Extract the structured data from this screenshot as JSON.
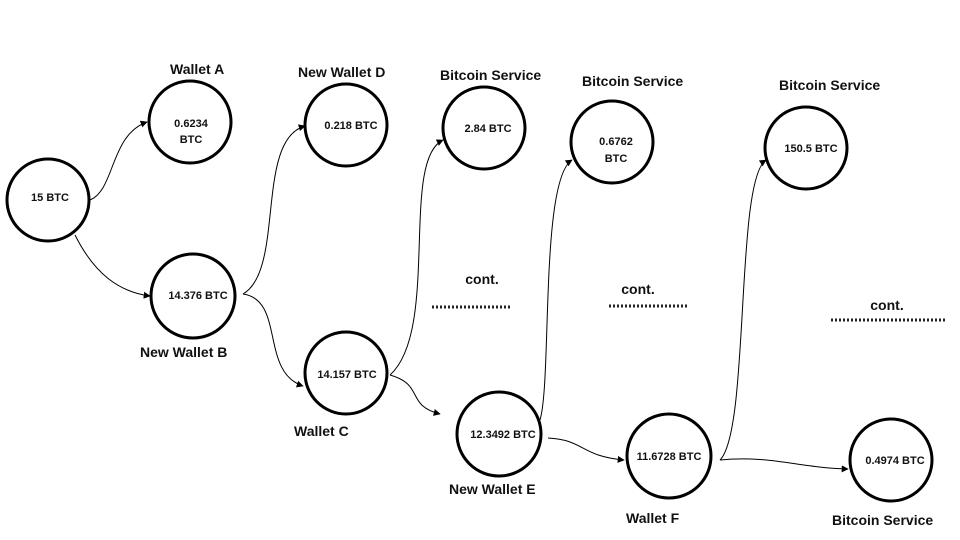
{
  "nodes": {
    "start": {
      "value": "15 BTC"
    },
    "wallet_a": {
      "label": "Wallet A",
      "value_line1": "0.6234",
      "value_line2": "BTC"
    },
    "wallet_b": {
      "label": "New Wallet B",
      "value": "14.376 BTC"
    },
    "wallet_d": {
      "label": "New  Wallet D",
      "value": "0.218 BTC"
    },
    "wallet_c": {
      "label": "Wallet C",
      "value": "14.157 BTC"
    },
    "service_1": {
      "label": "Bitcoin Service",
      "value": "2.84 BTC"
    },
    "wallet_e": {
      "label": "New  Wallet E",
      "value": "12.3492 BTC"
    },
    "service_2": {
      "label": "Bitcoin Service",
      "value_line1": "0.6762",
      "value_line2": "BTC"
    },
    "wallet_f": {
      "label": "Wallet F",
      "value": "11.6728 BTC"
    },
    "service_3": {
      "label": "Bitcoin Service",
      "value": "150.5 BTC"
    },
    "service_4": {
      "label": "Bitcoin Service",
      "value": "0.4974 BTC"
    }
  },
  "continuations": [
    "cont.",
    "cont.",
    "cont."
  ],
  "colors": {
    "stroke": "#000000",
    "background": "#ffffff"
  }
}
